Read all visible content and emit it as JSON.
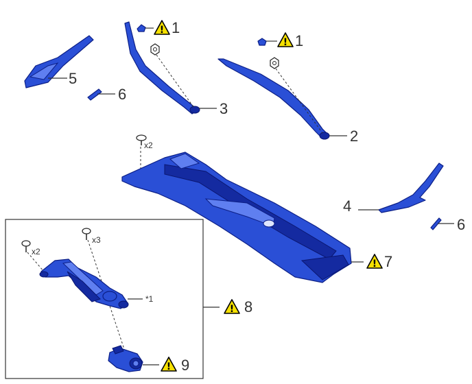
{
  "callouts": {
    "c1a": "1",
    "c1b": "1",
    "c2": "2",
    "c3": "3",
    "c4": "4",
    "c5": "5",
    "c6a": "6",
    "c6b": "6",
    "c7": "7",
    "c8": "8",
    "c9": "9"
  },
  "quantities": {
    "cowl_clip": "x2",
    "link_bolt": "x2",
    "motor_bolt": "x3"
  },
  "notes": {
    "star1": "*1"
  },
  "colors": {
    "part_blue": "#2a4fd6",
    "warning_yellow": "#f5e000"
  },
  "icons": {
    "warning": "caution-triangle-icon"
  }
}
